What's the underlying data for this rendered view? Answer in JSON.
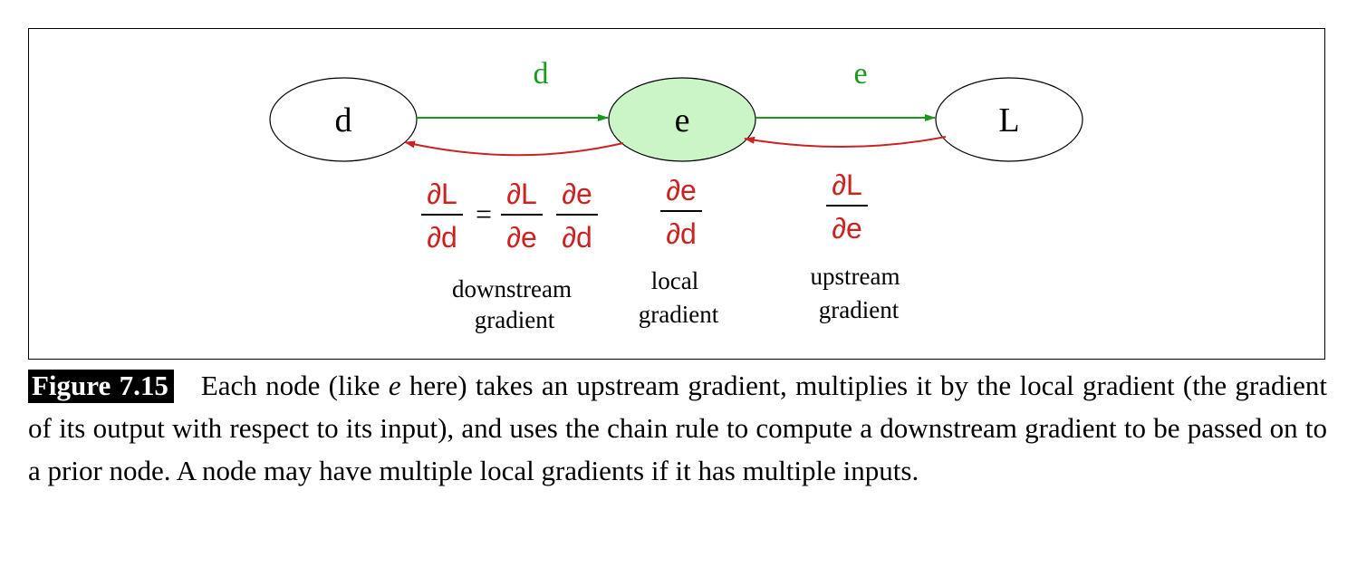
{
  "diagram": {
    "nodes": [
      {
        "id": "d",
        "label": "d",
        "fill": "#ffffff"
      },
      {
        "id": "e",
        "label": "e",
        "fill": "#ccf5c7"
      },
      {
        "id": "L",
        "label": "L",
        "fill": "#ffffff"
      }
    ],
    "forward_edge_labels": {
      "d_to_e": "d",
      "e_to_L": "e"
    },
    "colors": {
      "forward": "#1a9a1a",
      "backward": "#cc2222"
    },
    "downstream": {
      "lhs": {
        "num": "∂L",
        "den": "∂d"
      },
      "equals": "=",
      "rhs1": {
        "num": "∂L",
        "den": "∂e"
      },
      "rhs2": {
        "num": "∂e",
        "den": "∂d"
      },
      "caption_line1": "downstream",
      "caption_line2": "gradient"
    },
    "local": {
      "frac": {
        "num": "∂e",
        "den": "∂d"
      },
      "caption_line1": "local",
      "caption_line2": "gradient"
    },
    "upstream": {
      "frac": {
        "num": "∂L",
        "den": "∂e"
      },
      "caption_line1": "upstream",
      "caption_line2": "gradient"
    }
  },
  "caption": {
    "label": "Figure 7.15",
    "text_before_italic": "Each node (like ",
    "italic": "e",
    "text_after_italic": " here) takes an upstream gradient, multiplies it by the local gradient (the gradient of its output with respect to its input), and uses the chain rule to compute a downstream gradient to be passed on to a prior node.  A node may have multiple local gradients if it has multiple inputs."
  }
}
